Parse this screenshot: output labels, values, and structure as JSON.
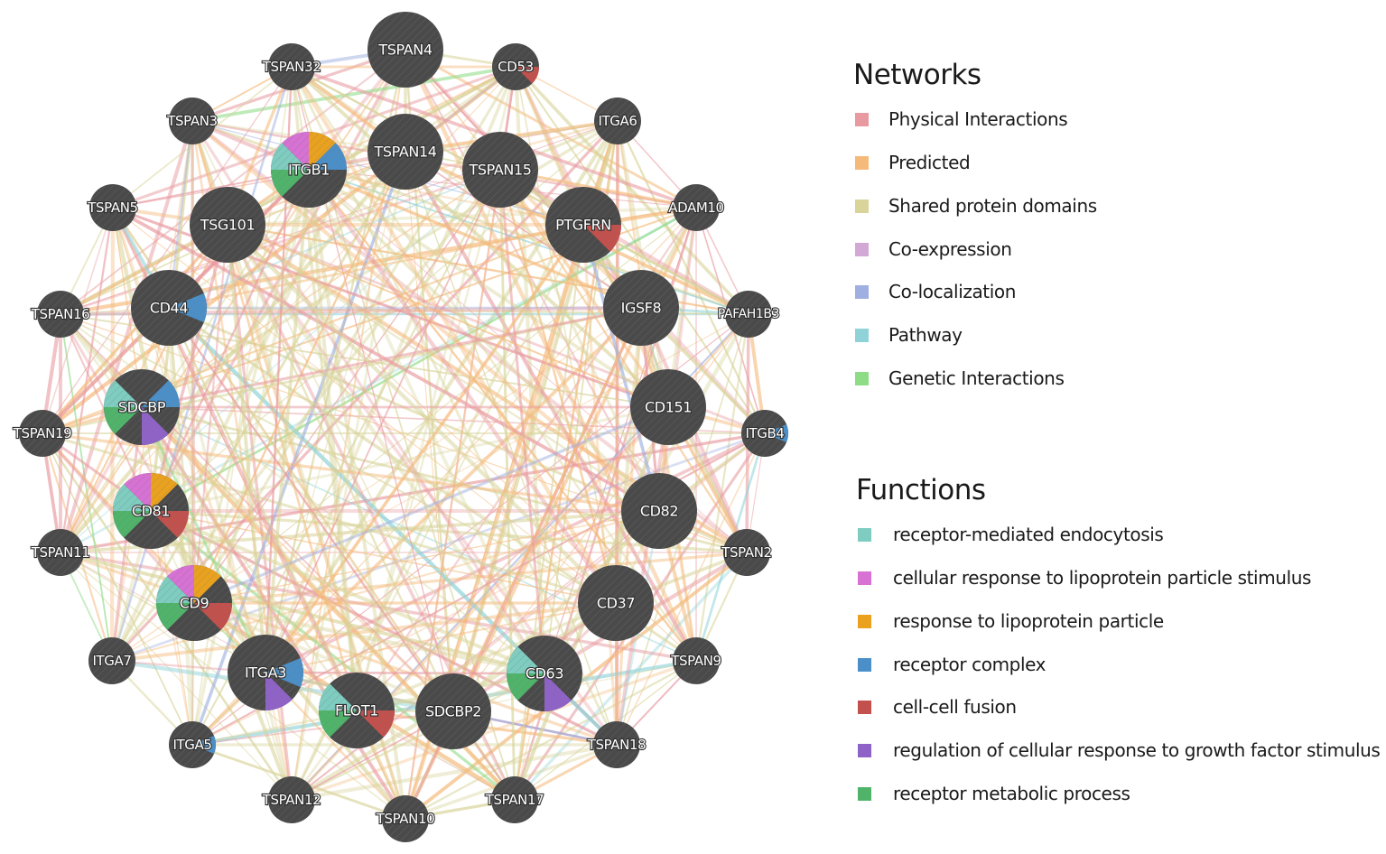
{
  "networks_legend": {
    "title": "Networks",
    "items": [
      {
        "label": "Physical Interactions",
        "color": "#e89aa0"
      },
      {
        "label": "Predicted",
        "color": "#f5b97a"
      },
      {
        "label": "Shared protein domains",
        "color": "#d8d49a"
      },
      {
        "label": "Co-expression",
        "color": "#d2a8d6"
      },
      {
        "label": "Co-localization",
        "color": "#9fb0e0"
      },
      {
        "label": "Pathway",
        "color": "#8fd3d8"
      },
      {
        "label": "Genetic Interactions",
        "color": "#8fdc86"
      }
    ]
  },
  "functions_legend": {
    "title": "Functions",
    "items": [
      {
        "label": "receptor-mediated endocytosis",
        "color": "#7ecdc0"
      },
      {
        "label": "cellular response to lipoprotein particle stimulus",
        "color": "#d771d4"
      },
      {
        "label": "response to lipoprotein particle",
        "color": "#eaa21e"
      },
      {
        "label": "receptor complex",
        "color": "#4a8fc8"
      },
      {
        "label": "cell-cell fusion",
        "color": "#c2504c"
      },
      {
        "label": "regulation of cellular response to growth factor stimulus",
        "color": "#8f62c8"
      },
      {
        "label": "receptor metabolic process",
        "color": "#4fb46a"
      }
    ]
  },
  "network": {
    "node_color": "#4a4a4a",
    "nodes": [
      {
        "id": "TSPAN4",
        "size": "large",
        "functions": []
      },
      {
        "id": "CD53",
        "size": "small",
        "functions": [
          "cell-cell fusion"
        ]
      },
      {
        "id": "ITGA6",
        "size": "small",
        "functions": []
      },
      {
        "id": "ADAM10",
        "size": "small",
        "functions": []
      },
      {
        "id": "PAFAH1B3",
        "size": "small",
        "functions": []
      },
      {
        "id": "ITGB4",
        "size": "small",
        "functions": [
          "receptor complex"
        ]
      },
      {
        "id": "TSPAN2",
        "size": "small",
        "functions": []
      },
      {
        "id": "TSPAN9",
        "size": "small",
        "functions": []
      },
      {
        "id": "TSPAN18",
        "size": "small",
        "functions": []
      },
      {
        "id": "TSPAN17",
        "size": "small",
        "functions": []
      },
      {
        "id": "TSPAN10",
        "size": "small",
        "functions": []
      },
      {
        "id": "TSPAN12",
        "size": "small",
        "functions": []
      },
      {
        "id": "ITGA5",
        "size": "small",
        "functions": [
          "receptor complex"
        ]
      },
      {
        "id": "ITGA7",
        "size": "small",
        "functions": []
      },
      {
        "id": "TSPAN11",
        "size": "small",
        "functions": []
      },
      {
        "id": "TSPAN19",
        "size": "small",
        "functions": []
      },
      {
        "id": "TSPAN16",
        "size": "small",
        "functions": []
      },
      {
        "id": "TSPAN5",
        "size": "small",
        "functions": []
      },
      {
        "id": "TSPAN3",
        "size": "small",
        "functions": []
      },
      {
        "id": "TSPAN32",
        "size": "small",
        "functions": []
      },
      {
        "id": "TSPAN14",
        "size": "large",
        "functions": []
      },
      {
        "id": "TSPAN15",
        "size": "large",
        "functions": []
      },
      {
        "id": "PTGFRN",
        "size": "large",
        "functions": [
          "cell-cell fusion"
        ]
      },
      {
        "id": "IGSF8",
        "size": "large",
        "functions": []
      },
      {
        "id": "CD151",
        "size": "large",
        "functions": []
      },
      {
        "id": "CD82",
        "size": "large",
        "functions": []
      },
      {
        "id": "CD37",
        "size": "large",
        "functions": []
      },
      {
        "id": "CD63",
        "size": "large",
        "functions": [
          "receptor metabolic process",
          "receptor-mediated endocytosis",
          "regulation of cellular response to growth factor stimulus"
        ]
      },
      {
        "id": "SDCBP2",
        "size": "large",
        "functions": []
      },
      {
        "id": "FLOT1",
        "size": "large",
        "functions": [
          "receptor metabolic process",
          "receptor-mediated endocytosis",
          "cell-cell fusion"
        ]
      },
      {
        "id": "ITGA3",
        "size": "large",
        "functions": [
          "regulation of cellular response to growth factor stimulus",
          "receptor complex"
        ]
      },
      {
        "id": "CD9",
        "size": "large",
        "functions": [
          "receptor metabolic process",
          "receptor-mediated endocytosis",
          "cellular response to lipoprotein particle stimulus",
          "response to lipoprotein particle",
          "cell-cell fusion"
        ]
      },
      {
        "id": "CD81",
        "size": "large",
        "functions": [
          "receptor metabolic process",
          "receptor-mediated endocytosis",
          "cellular response to lipoprotein particle stimulus",
          "response to lipoprotein particle",
          "cell-cell fusion"
        ]
      },
      {
        "id": "SDCBP",
        "size": "large",
        "functions": [
          "receptor metabolic process",
          "receptor-mediated endocytosis",
          "regulation of cellular response to growth factor stimulus",
          "receptor complex"
        ]
      },
      {
        "id": "CD44",
        "size": "large",
        "functions": [
          "receptor complex"
        ]
      },
      {
        "id": "TSG101",
        "size": "large",
        "functions": []
      },
      {
        "id": "ITGB1",
        "size": "large",
        "functions": [
          "receptor metabolic process",
          "receptor-mediated endocytosis",
          "cellular response to lipoprotein particle stimulus",
          "response to lipoprotein particle",
          "receptor complex"
        ]
      }
    ]
  }
}
